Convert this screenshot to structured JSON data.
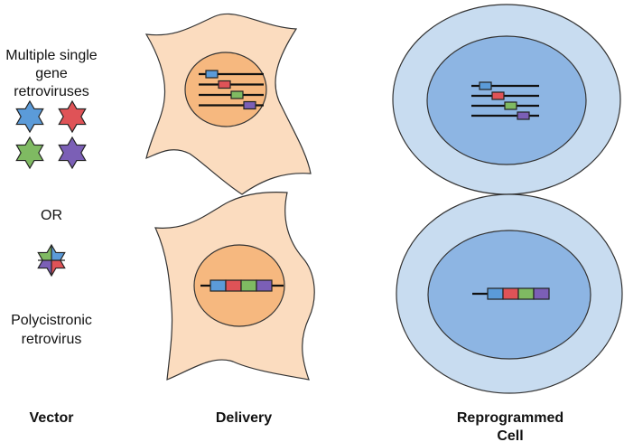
{
  "labels": {
    "single": [
      "Multiple single",
      "gene",
      "retroviruses"
    ],
    "or": "OR",
    "poly": [
      "Polycistronic",
      "retrovirus"
    ],
    "vector": "Vector",
    "delivery": "Delivery",
    "reprogrammed": [
      "Reprogrammed",
      "Cell"
    ]
  },
  "colors": {
    "blue": "#5b9bd9",
    "red": "#df5357",
    "green": "#7fba62",
    "purple": "#7b5fb6",
    "cell": "#fbdcbf",
    "nucleus": "#f6b87f",
    "repro_outer": "#c8dcf0",
    "repro_inner": "#8db5e3"
  }
}
